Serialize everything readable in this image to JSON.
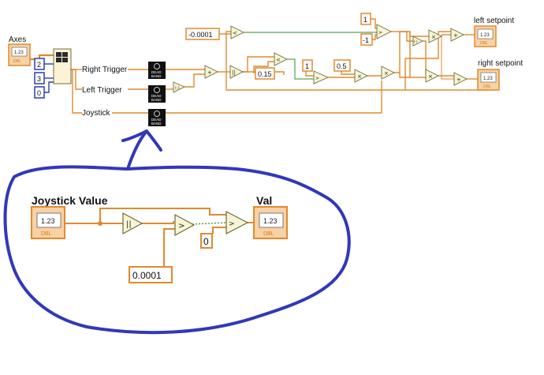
{
  "top": {
    "axes_label": "Axes",
    "right_trigger_label": "Right Trigger",
    "left_trigger_label": "Left Trigger",
    "joystick_label": "Joystick",
    "left_setpoint_label": "left setpoint",
    "right_setpoint_label": "right setpoint",
    "index_constants": [
      "2",
      "3",
      "0"
    ],
    "constants": {
      "neg_threshold": "-0.0001",
      "fifteen": "0.15",
      "one_mid": "1",
      "half": "0.5",
      "one_top": "1",
      "neg_one": "-1"
    },
    "deadband_text": [
      "DEAD",
      "BAND"
    ],
    "indicator_value": "1.23",
    "dbl_tag": "DBL"
  },
  "inset": {
    "input_label": "Joystick Value",
    "output_label": "Val",
    "threshold": "0.0001",
    "zero": "0",
    "indicator_value": "1.23",
    "dbl_tag": "DBL"
  },
  "colors": {
    "wire_orange": "#e08a2e",
    "wire_blue": "#2a3fb5",
    "wire_green": "#2e8b2e",
    "annotation_blue": "#3138b8",
    "node_fill": "#f7f5d4",
    "node_stroke": "#6f6c3a"
  },
  "icons": {
    "deadband": "subvi-deadband-icon",
    "abs": "absolute-value-icon",
    "greater": "greater-than-icon",
    "less": "less-than-icon",
    "select": "select-icon",
    "multiply": "multiply-icon",
    "add": "add-icon",
    "negate": "negate-icon"
  }
}
